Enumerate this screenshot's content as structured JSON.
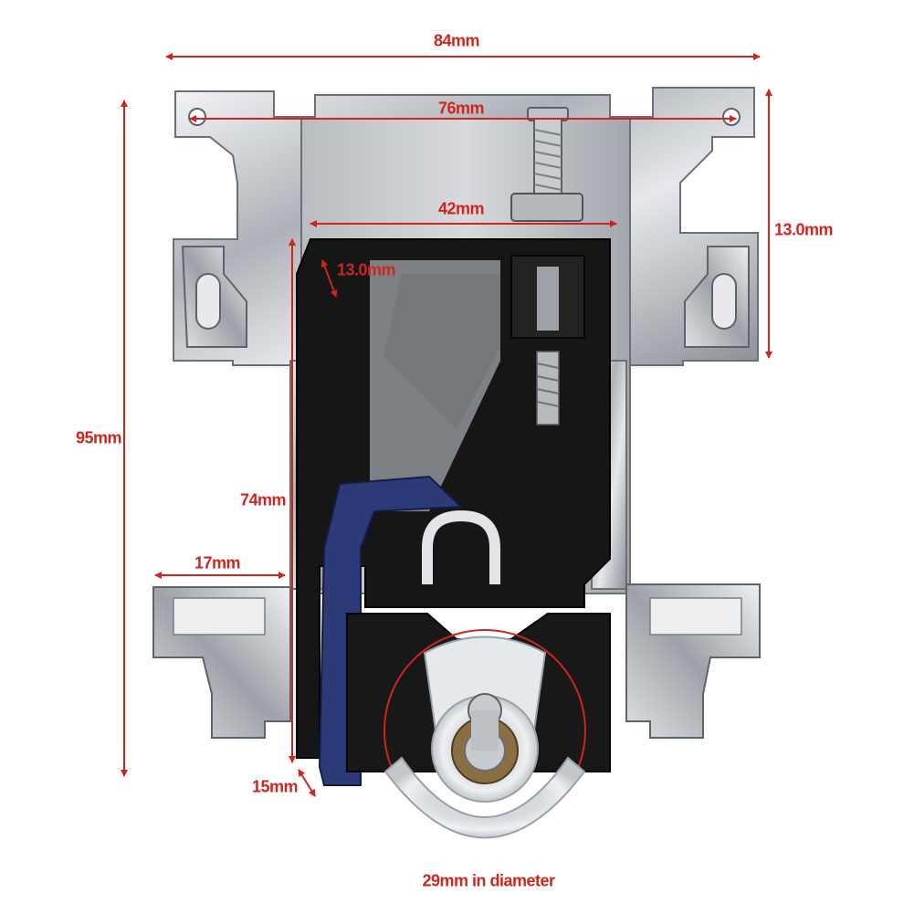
{
  "dimensions": {
    "overall_width": "84mm",
    "mount_hole_spacing": "76mm",
    "inner_width": "42mm",
    "top_height": "13.0mm",
    "inner_offset": "13.0mm",
    "overall_height": "95mm",
    "body_height": "74mm",
    "side_tab": "17mm",
    "thickness": "15mm",
    "wheel_diameter": "29mm in diameter"
  },
  "colors": {
    "annotation": "#d0251f",
    "chrome": "#c9ccd1",
    "plastic": "#151515",
    "clip": "#2d3a78",
    "wheel": "#e9ecef"
  }
}
